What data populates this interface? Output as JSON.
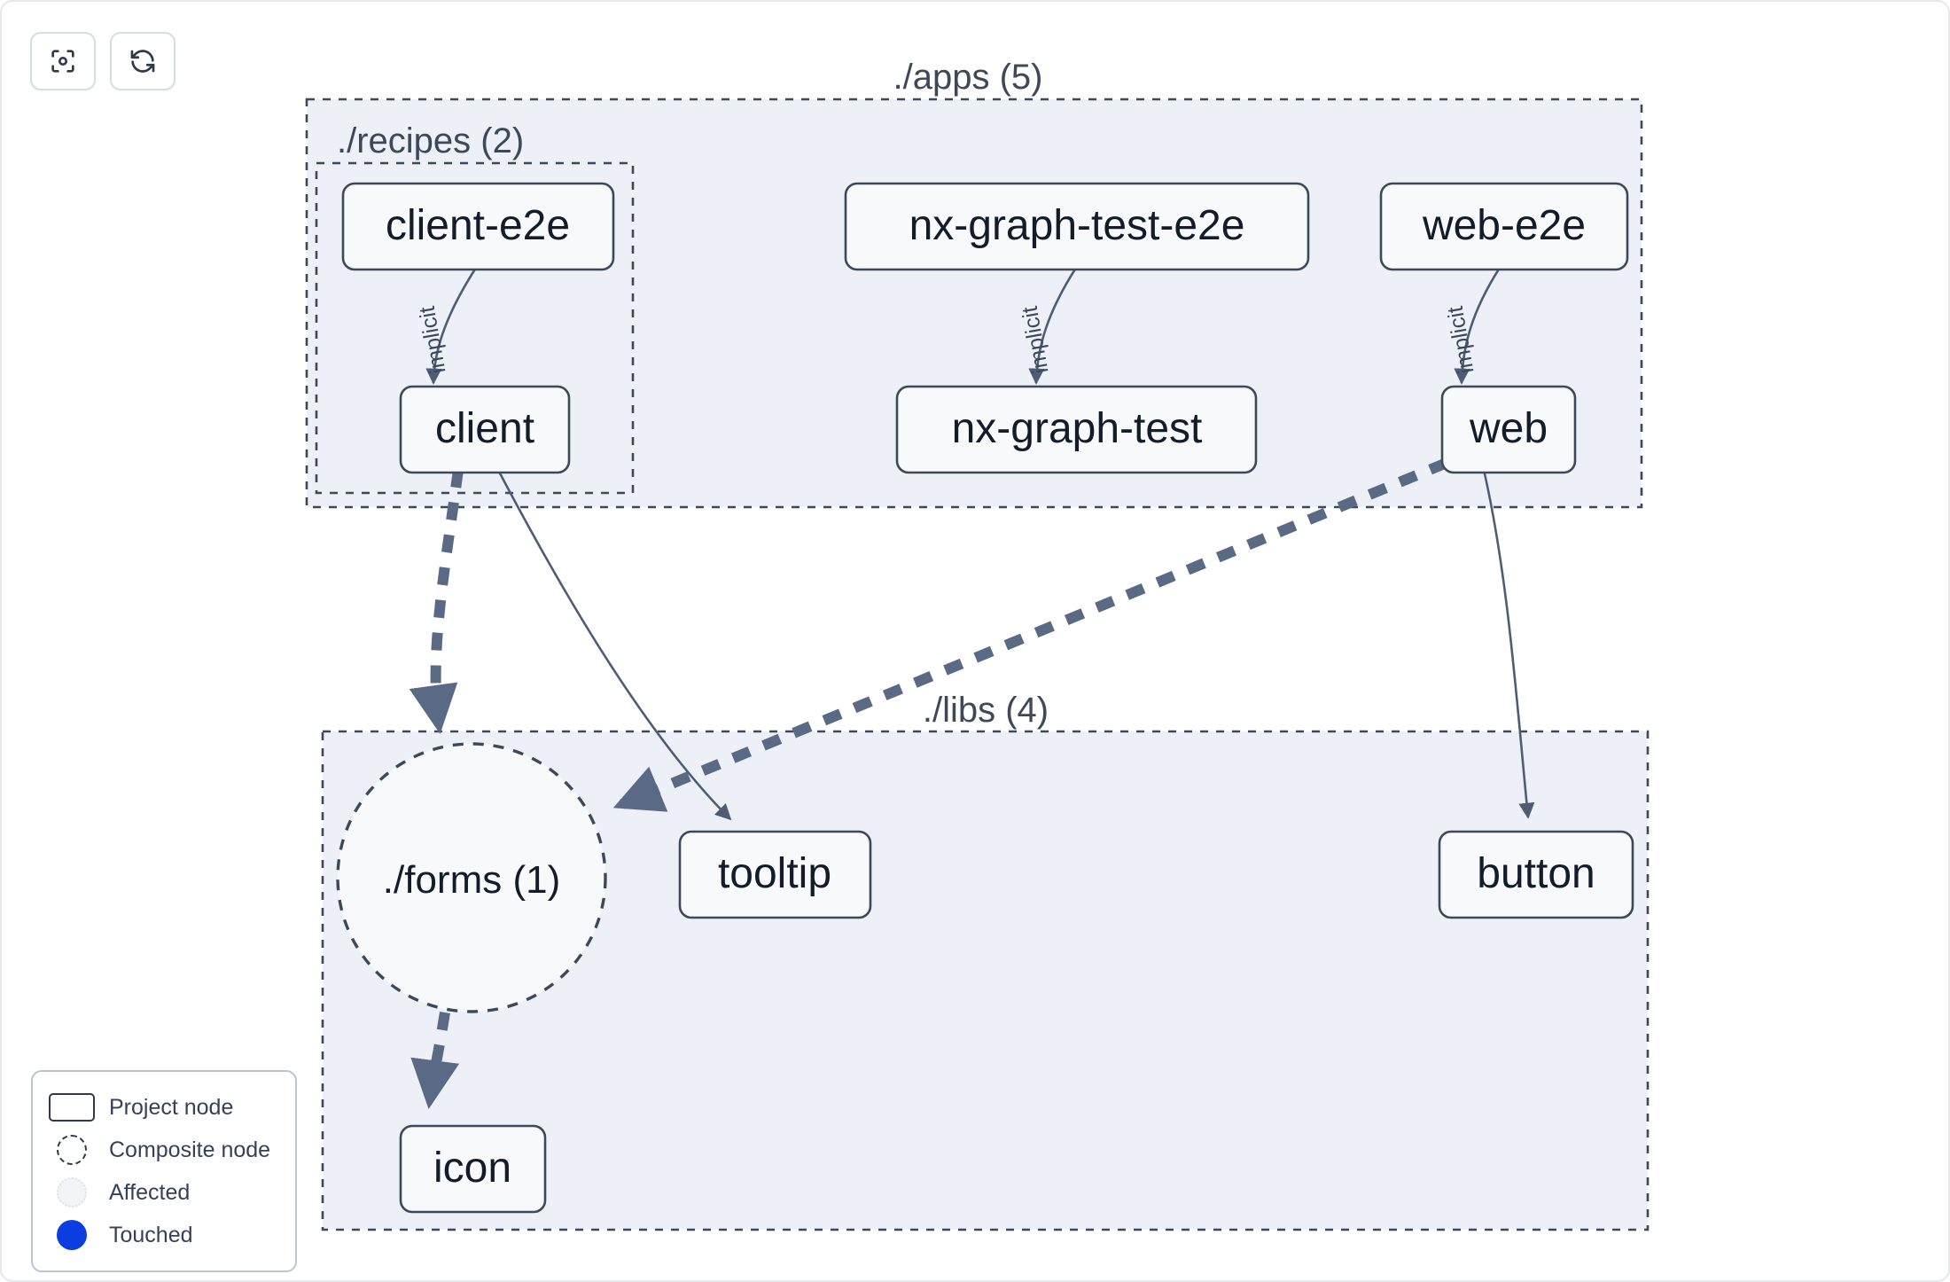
{
  "toolbar": {
    "buttons": [
      {
        "name": "focus-graph-button",
        "icon": "viewfinder-focus-icon",
        "label": ""
      },
      {
        "name": "refresh-graph-button",
        "icon": "refresh-sync-icon",
        "label": ""
      }
    ]
  },
  "groups": [
    {
      "id": "apps",
      "label": "./apps (5)"
    },
    {
      "id": "recipes",
      "label": "./recipes (2)"
    },
    {
      "id": "libs",
      "label": "./libs (4)"
    }
  ],
  "nodes": [
    {
      "id": "client-e2e",
      "label": "client-e2e",
      "shape": "rect",
      "group": "recipes"
    },
    {
      "id": "nx-graph-test-e2e",
      "label": "nx-graph-test-e2e",
      "shape": "rect",
      "group": "apps"
    },
    {
      "id": "web-e2e",
      "label": "web-e2e",
      "shape": "rect",
      "group": "apps"
    },
    {
      "id": "client",
      "label": "client",
      "shape": "rect",
      "group": "recipes"
    },
    {
      "id": "nx-graph-test",
      "label": "nx-graph-test",
      "shape": "rect",
      "group": "apps"
    },
    {
      "id": "web",
      "label": "web",
      "shape": "rect",
      "group": "apps"
    },
    {
      "id": "forms",
      "label": "./forms (1)",
      "shape": "circle",
      "group": "libs"
    },
    {
      "id": "tooltip",
      "label": "tooltip",
      "shape": "rect",
      "group": "libs"
    },
    {
      "id": "button",
      "label": "button",
      "shape": "rect",
      "group": "libs"
    },
    {
      "id": "icon",
      "label": "icon",
      "shape": "rect",
      "group": "libs"
    }
  ],
  "edges": [
    {
      "from": "client-e2e",
      "to": "client",
      "label": "implicit",
      "style": "solid"
    },
    {
      "from": "nx-graph-test-e2e",
      "to": "nx-graph-test",
      "label": "implicit",
      "style": "solid"
    },
    {
      "from": "web-e2e",
      "to": "web",
      "label": "implicit",
      "style": "solid"
    },
    {
      "from": "client",
      "to": "forms",
      "label": "",
      "style": "dashed"
    },
    {
      "from": "client",
      "to": "tooltip",
      "label": "",
      "style": "solid"
    },
    {
      "from": "web",
      "to": "forms",
      "label": "",
      "style": "dashed"
    },
    {
      "from": "web",
      "to": "button",
      "label": "",
      "style": "solid"
    },
    {
      "from": "forms",
      "to": "icon",
      "label": "",
      "style": "dashed"
    }
  ],
  "legend": {
    "items": [
      {
        "swatch": "project-node-swatch",
        "label": "Project node"
      },
      {
        "swatch": "composite-node-swatch",
        "label": "Composite node"
      },
      {
        "swatch": "affected-swatch",
        "label": "Affected"
      },
      {
        "swatch": "touched-swatch",
        "label": "Touched"
      }
    ]
  },
  "colors": {
    "canvas_bg": "#ffffff",
    "group_fill": "#edf1f7",
    "group_border": "#3d4859",
    "node_fill": "#f7f9fb",
    "node_border": "#3d4859",
    "node_text": "#141c2b",
    "edge": "#4e5d75",
    "edge_dashed": "#5a6a84",
    "label_text": "#3d4859",
    "touched": "#0b3ee0"
  }
}
